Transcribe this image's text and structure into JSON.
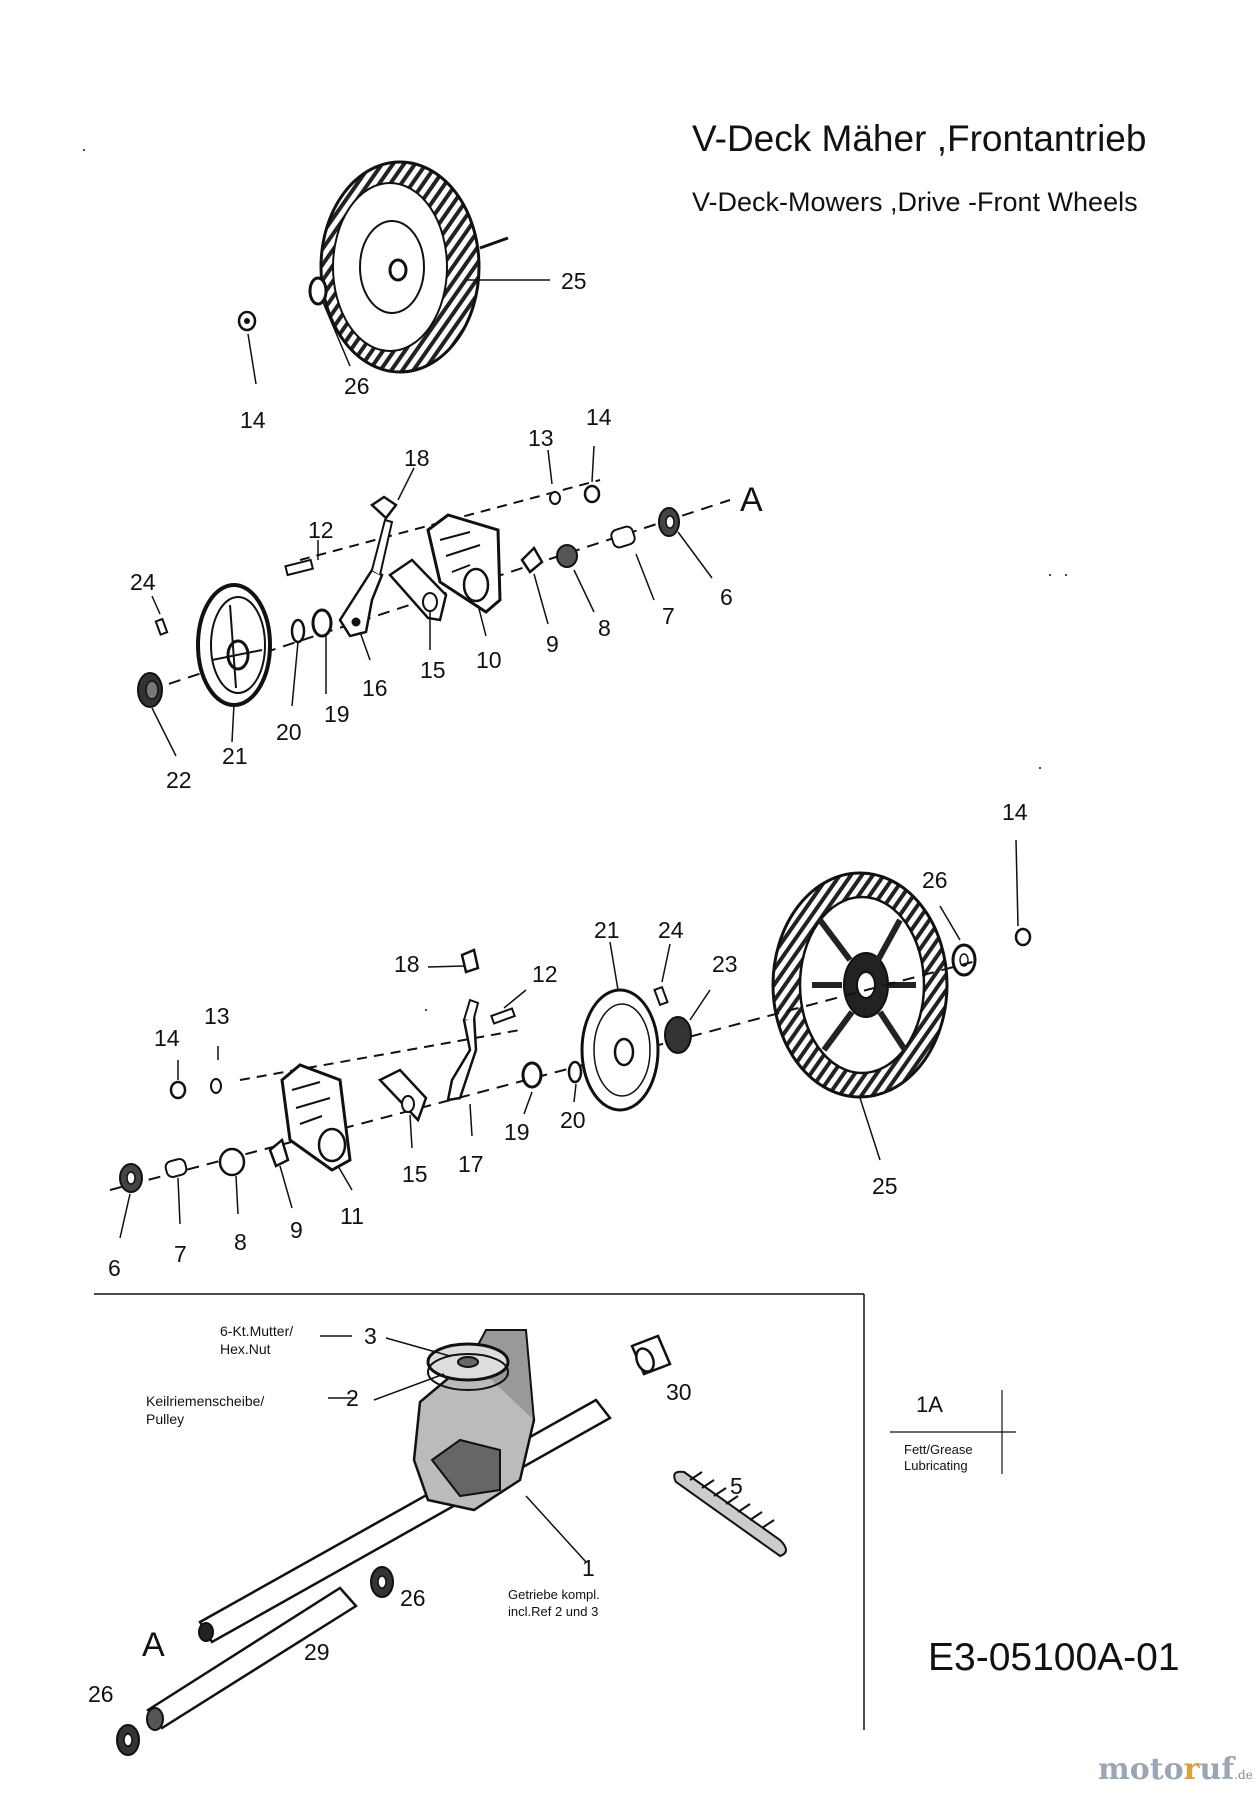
{
  "header": {
    "title": "V-Deck Mäher ,Frontantrieb",
    "subtitle": "V-Deck-Mowers ,Drive -Front Wheels"
  },
  "upper_assembly": {
    "wheel_label": "25",
    "washer_label": "26",
    "nut_label": "14",
    "labels": {
      "p13": "13",
      "p14": "14",
      "p18": "18",
      "p12": "12",
      "a": "A",
      "p24": "24",
      "p6": "6",
      "p7": "7",
      "p8": "8",
      "p9": "9",
      "p10": "10",
      "p15": "15",
      "p16": "16",
      "p19": "19",
      "p20": "20",
      "p21": "21",
      "p22": "22"
    }
  },
  "lower_assembly": {
    "labels": {
      "p14a": "14",
      "p26": "26",
      "p21": "21",
      "p24": "24",
      "p23": "23",
      "p18": "18",
      "p12": "12",
      "p13": "13",
      "p14b": "14",
      "p19": "19",
      "p20": "20",
      "p17": "17",
      "p15": "15",
      "p11": "11",
      "p25": "25",
      "p6": "6",
      "p7": "7",
      "p8": "8",
      "p9": "9"
    }
  },
  "transmission": {
    "labels": {
      "p3": "3",
      "p2": "2",
      "p30": "30",
      "p5": "5",
      "p1": "1",
      "p26a": "26",
      "p26b": "26",
      "p29": "29",
      "a": "A"
    },
    "callouts": {
      "hex_nut": "6-Kt.Mutter/\nHex.Nut",
      "pulley": "Keilriemenscheibe/\nPulley",
      "gearbox": "Getriebe kompl.\nincl.Ref 2 und 3"
    }
  },
  "legend": {
    "code": "1A",
    "text": "Fett/Grease\nLubricating"
  },
  "drawing_code": "E3-05100A-01",
  "watermark": {
    "prefix": "moto",
    "accent": "r",
    "suffix": "uf",
    "tld": ".de"
  }
}
